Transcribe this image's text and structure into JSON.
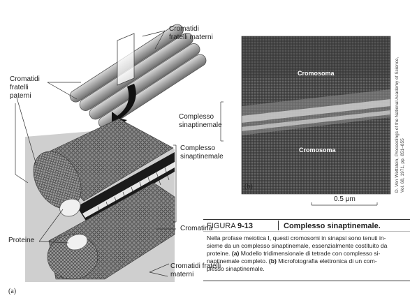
{
  "left": {
    "panel_tag": "(a)",
    "labels": {
      "cromatidi_materni_top_1": "Cromatidi",
      "cromatidi_materni_top_2": "fratelli materni",
      "cromatidi_paterni_1": "Cromatidi",
      "cromatidi_paterni_2": "fratelli",
      "cromatidi_paterni_3": "paterni",
      "complesso_1": "Complesso",
      "complesso_2": "sinaptinemale",
      "proteine": "Proteine",
      "cromatina": "Cromatina",
      "cromatidi_materni_bottom_1": "Cromatidi fratelli",
      "cromatidi_materni_bottom_2": "materni"
    }
  },
  "right": {
    "panel_tag": "(b)",
    "labels": {
      "complesso_1": "Complesso",
      "complesso_2": "sinaptinemale",
      "cromosoma_top": "Cromosoma",
      "cromosoma_bottom": "Cromosoma",
      "scale": "0.5 μm"
    },
    "credit_1": "D. Von Wettstein, Proceedings of the National Academy of Science,",
    "credit_2": "Vol. 68, 1971, pp. 851–855"
  },
  "figure": {
    "prefix": "FIGURA ",
    "number": "9-13",
    "title": "Complesso sinaptinemale.",
    "caption_l1": "Nella profase meiotica I, questi cromosomi in sinapsi sono tenuti in-",
    "caption_l2": "sieme da un complesso sinaptinemale, essenzialmente costituito da",
    "caption_l3_a": "proteine. ",
    "caption_l3_b": "(a)",
    "caption_l3_c": " Modello tridimensionale di tetrade con complesso si-",
    "caption_l4_a": "naptinemale completo. ",
    "caption_l4_b": "(b)",
    "caption_l4_c": " Microfotografia elettronica di un com-",
    "caption_l5": "plesso sinaptinemale."
  }
}
